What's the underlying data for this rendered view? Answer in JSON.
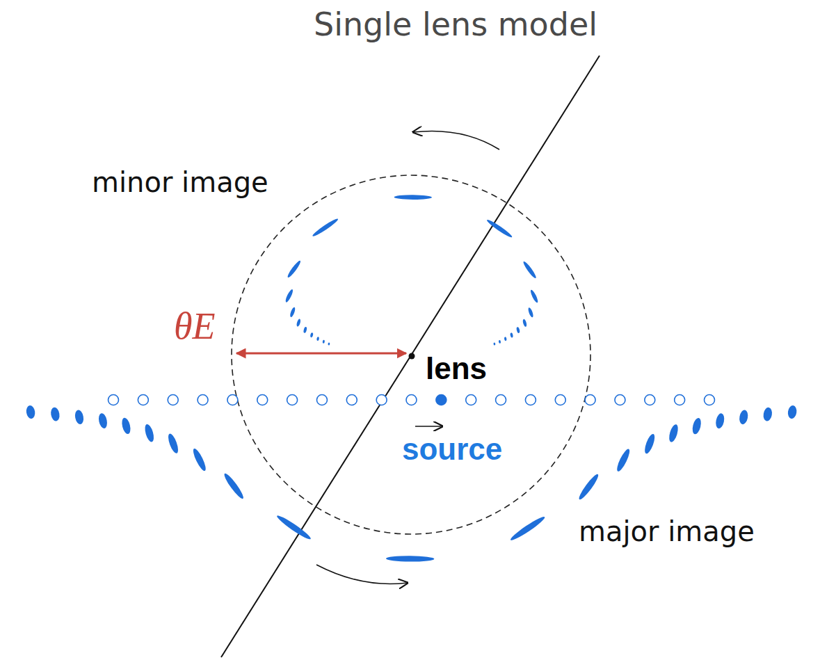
{
  "diagram": {
    "title": "Single lens model",
    "labels": [
      "minor image",
      "θE",
      "lens",
      "source",
      "major image"
    ]
  }
}
